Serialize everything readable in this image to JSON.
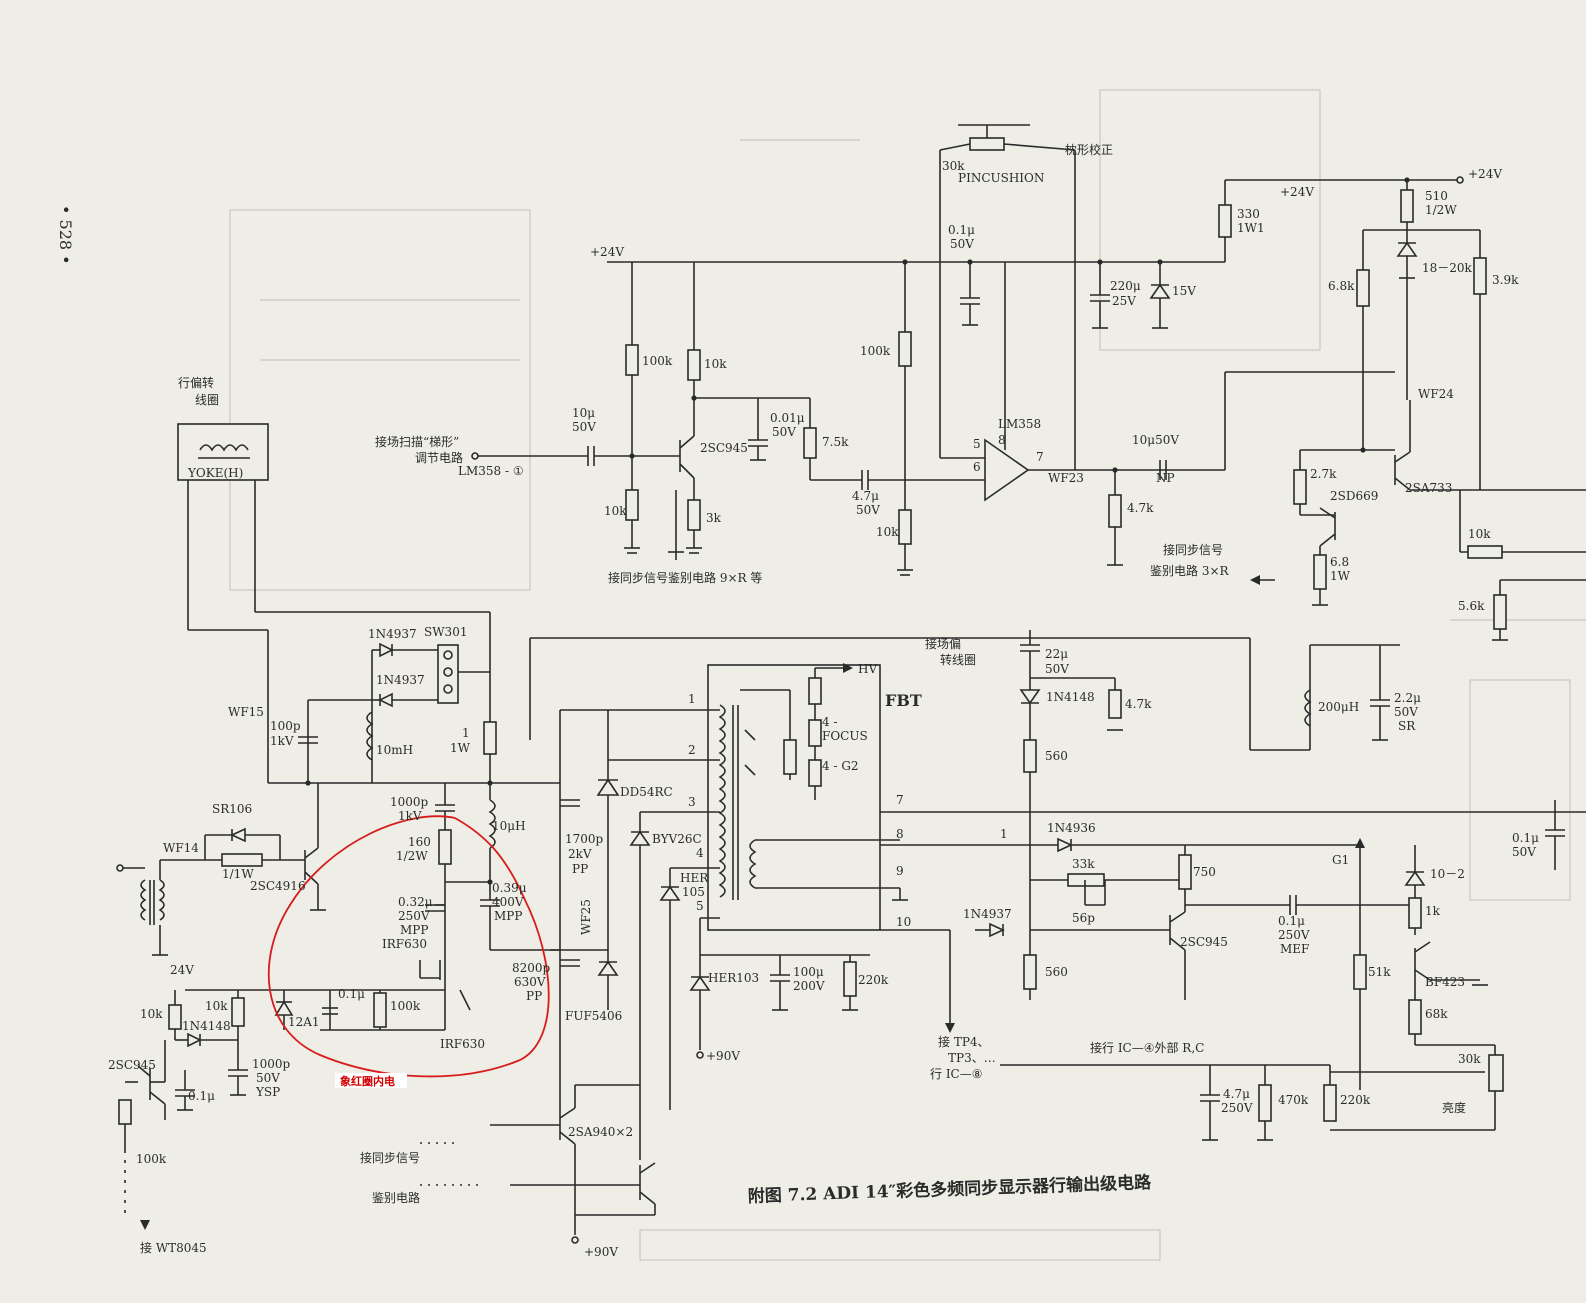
{
  "page_number": "• 528 •",
  "caption": "附图 7.2   ADI 14″彩色多频同步显示器行输出级电路",
  "annotation": "象红圈内电",
  "colors": {
    "paper": "#eeede6",
    "ink": "#2a2a2a",
    "red_circle": "#d81c1c"
  },
  "labels": {
    "yoke_title_1": "行偏转",
    "yoke_title_2": "线圈",
    "yoke": "YOKE(H)",
    "pincushion_cn": "枕形校正",
    "pincushion": "PINCUSHION",
    "r_30k_top": "30k",
    "trapezoid_1": "接场扫描“梯形”",
    "trapezoid_2": "调节电路",
    "lm358_pin1": "LM358 - ①",
    "sync_discrim_9r": "接同步信号鉴别电路 9×R 等",
    "sync_3r_1": "接同步信号",
    "sync_3r_2": "鉴别电路 3×R",
    "v_yoke_1": "接场偏",
    "v_yoke_2": "转线圈",
    "tp_1": "接 TP4、",
    "tp_2": "TP3、…",
    "tp_3": "行 IC—⑧",
    "ic4_rc": "接行 IC—④外部 R,C",
    "sync_sig": "接同步信号",
    "discrim": "鉴别电路",
    "wt8045": "接 WT8045",
    "brightness": "亮度"
  },
  "parts": {
    "p24v_a": "+24V",
    "p24v_b": "+24V",
    "p24v_c": "+24V",
    "p24v_d": "24V",
    "p90v_a": "+90V",
    "p90v_b": "+90V",
    "r100k_a": "100k",
    "r10k_a": "10k",
    "r10k_b": "10k",
    "r3k": "3k",
    "c10u": "10μ",
    "c10u_v": "50V",
    "q_2sc945_a": "2SC945",
    "c001u": "0.01μ",
    "c001u_v": "50V",
    "r75k": "7.5k",
    "c47u": "4.7μ",
    "c47u_v": "50V",
    "r100k_b": "100k",
    "r10k_c": "10k",
    "c01u_top": "0.1μ",
    "c01u_top_v": "50V",
    "lm358": "LM358",
    "pin5": "5",
    "pin8": "8",
    "pin6": "6",
    "pin7": "7",
    "c220u": "220μ",
    "c220u_v": "25V",
    "z15v": "15V",
    "r330": "330",
    "r330_w": "1W1",
    "r510": "510",
    "r510_w": "1/2W",
    "z1820k": "18－20k",
    "r68k": "6.8k",
    "r39k": "3.9k",
    "wf24": "WF24",
    "wf23": "WF23",
    "c10u50v": "10μ50V",
    "np": "NP",
    "r47k_a": "4.7k",
    "r27k": "2.7k",
    "q_2sd669": "2SD669",
    "q_2sa733": "2SA733",
    "r68_1w": "6.8",
    "r68_1w_w": "1W",
    "r10k_d": "10k",
    "r56k": "5.6k",
    "d1n4937_a": "1N4937",
    "sw301": "SW301",
    "d1n4937_b": "1N4937",
    "wf15": "WF15",
    "c100p": "100p",
    "c100p_v": "1kV",
    "l10mh": "10mH",
    "r1": "1",
    "r1_w": "1W",
    "c22u": "22μ",
    "c22u_v": "50V",
    "d1n4148_a": "1N4148",
    "r47k_b": "4.7k",
    "r560_a": "560",
    "l200uh": "200μH",
    "c22u_sr": "2.2μ",
    "c22u_sr_v": "50V",
    "c22u_sr_t": "SR",
    "fbt": "FBT",
    "hv": "HV",
    "focus_1": "4 -",
    "focus_2": "FOCUS",
    "g2": "4 - G2",
    "t1": "1",
    "t2": "2",
    "t3": "3",
    "t4": "4",
    "t5": "5",
    "t7": "7",
    "t8": "8",
    "t9": "9",
    "t10": "10",
    "n1": "1",
    "dd54rc": "DD54RC",
    "byv26c": "BYV26C",
    "her105_a": "HER",
    "her105_b": "105",
    "c1700p": "1700p",
    "c1700p_v": "2kV",
    "c1700p_t": "PP",
    "wf25": "WF25",
    "c8200p": "8200p",
    "c8200p_v": "630V",
    "c8200p_t": "PP",
    "fuf5406": "FUF5406",
    "her103": "HER103",
    "c100u": "100μ",
    "c100u_v": "200V",
    "r220k_a": "220k",
    "sr106": "SR106",
    "wf14": "WF14",
    "r1w": "1/1W",
    "q_2sc4916": "2SC4916",
    "c1000p_a": "1000p",
    "c1000p_a_v": "1kV",
    "l10uh": "10μH",
    "r160": "160",
    "r160_w": "1/2W",
    "c032u": "0.32μ",
    "c032u_v": "250V",
    "c032u_t": "MPP",
    "c039u": "0.39μ",
    "c039u_v": "400V",
    "c039u_t": "MPP",
    "irf630_a": "IRF630",
    "irf630_b": "IRF630",
    "z12a1": "12A1",
    "c01u_b": "0.1μ",
    "r100k_c": "100k",
    "r10k_e": "10k",
    "v24": "24V",
    "r10k_f": "10k",
    "d1n4148_b": "1N4148",
    "q_2sc945_b": "2SC945",
    "c1000p_b": "1000p",
    "c1000p_b_v": "50V",
    "c1000p_b_t": "YSP",
    "c01u_c": "0.1μ",
    "r100k_d": "100k",
    "q_2sa940": "2SA940×2",
    "d1n4936": "1N4936",
    "c33k": "33k",
    "c56p": "56p",
    "r750": "750",
    "d1n4937_c": "1N4937",
    "r560_b": "560",
    "q_2sc945_c": "2SC945",
    "c01u_mef": "0.1μ",
    "c01u_mef_v": "250V",
    "c01u_mef_t": "MEF",
    "g1": "G1",
    "z102": "10－2",
    "r1k": "1k",
    "r51k": "51k",
    "q_bf423": "BF423",
    "r68k_b": "68k",
    "r30k_b": "30k",
    "c47u_b": "4.7μ",
    "c47u_b_v": "250V",
    "r470k": "470k",
    "r220k_b": "220k",
    "c01u_d": "0.1μ",
    "c01u_d_v": "50V"
  }
}
